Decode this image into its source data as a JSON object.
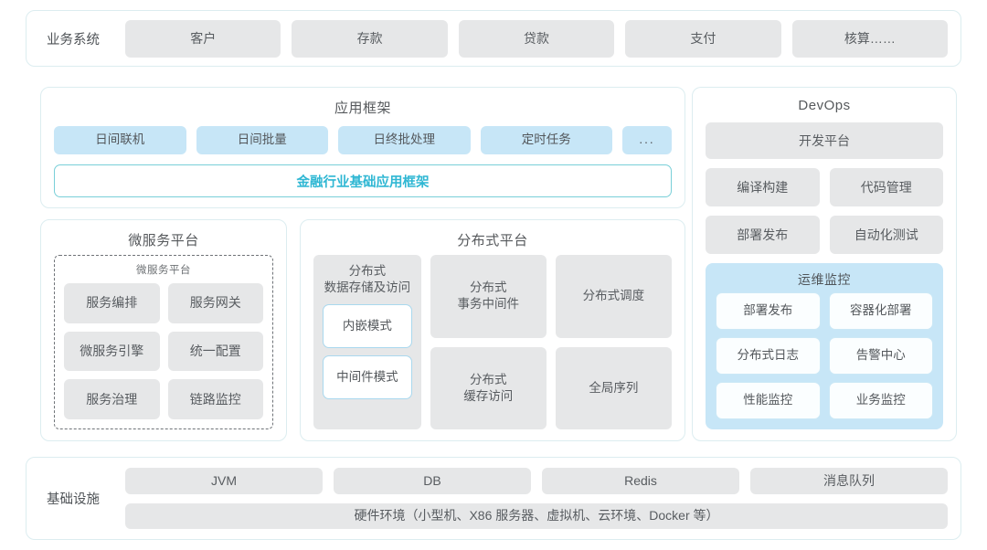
{
  "business_systems": {
    "label": "业务系统",
    "items": [
      "客户",
      "存款",
      "贷款",
      "支付",
      "核算……"
    ]
  },
  "app_framework": {
    "title": "应用框架",
    "tags": [
      "日间联机",
      "日间批量",
      "日终批处理",
      "定时任务",
      "..."
    ],
    "framework_bar": "金融行业基础应用框架",
    "framework_bar_color": "#2fb7d3"
  },
  "microservice": {
    "title": "微服务平台",
    "inner_title": "微服务平台",
    "items": [
      "服务编排",
      "服务网关",
      "微服务引擎",
      "统一配置",
      "服务治理",
      "链路监控"
    ]
  },
  "distributed": {
    "title": "分布式平台",
    "storage_column": {
      "title": "分布式\n数据存储及访问",
      "title_line1": "分布式",
      "title_line2": "数据存储及访问",
      "modes": [
        "内嵌模式",
        "中间件模式"
      ]
    },
    "items": [
      {
        "line1": "分布式",
        "line2": "事务中间件"
      },
      {
        "line1": "分布式调度",
        "line2": ""
      },
      {
        "line1": "分布式",
        "line2": "缓存访问"
      },
      {
        "line1": "全局序列",
        "line2": ""
      }
    ]
  },
  "devops": {
    "title": "DevOps",
    "platform": "开发平台",
    "items": [
      "编译构建",
      "代码管理",
      "部署发布",
      "自动化测试"
    ],
    "ops_monitor": {
      "title": "运维监控",
      "items": [
        "部署发布",
        "容器化部署",
        "分布式日志",
        "告警中心",
        "性能监控",
        "业务监控"
      ],
      "background_color": "#c7e6f7"
    }
  },
  "infrastructure": {
    "label": "基础设施",
    "items": [
      "JVM",
      "DB",
      "Redis",
      "消息队列"
    ],
    "hardware": "硬件环境（小型机、X86 服务器、虚拟机、云环境、Docker 等）"
  },
  "theme": {
    "panel_border": "#dcedf0",
    "tile_gray": "#e6e7e8",
    "tile_blue": "#c7e6f7",
    "text_color": "#555a5e"
  }
}
